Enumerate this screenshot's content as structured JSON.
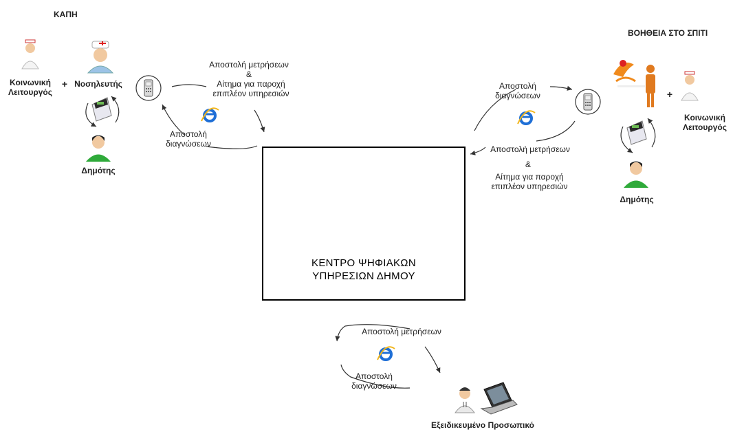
{
  "left_group": {
    "title": "ΚΑΠΗ",
    "social_worker": [
      "Κοινωνική",
      "Λειτουργός"
    ],
    "plus": "+",
    "nurse": "Νοσηλευτής",
    "citizen": "Δημότης",
    "send_measurements": "Αποστολή μετρήσεων",
    "amp": "&",
    "request_lines": [
      "Αίτημα για παροχή",
      "επιπλέον υπηρεσιών"
    ],
    "send_diagnoses": [
      "Αποστολή",
      "διαγνώσεων"
    ]
  },
  "right_group": {
    "title": "ΒΟΗΘΕΙΑ ΣΤΟ ΣΠΙΤΙ",
    "social_worker": [
      "Κοινωνική",
      "Λειτουργός"
    ],
    "plus": "+",
    "citizen": "Δημότης",
    "send_diagnoses": [
      "Αποστολή",
      "διαγνώσεων"
    ],
    "send_measurements": "Αποστολή μετρήσεων",
    "amp": "&",
    "request_lines": [
      "Αίτημα για παροχή",
      "επιπλέον υπηρεσιών"
    ]
  },
  "center": {
    "title_lines": [
      "ΚΕΝΤΡΟ  ΨΗΦΙΑΚΩΝ",
      "ΥΠΗΡΕΣΙΩΝ ΔΗΜΟΥ"
    ]
  },
  "bottom_group": {
    "send_measurements": "Αποστολή μετρήσεων",
    "send_diagnoses": [
      "Αποστολή",
      "διαγνώσεων"
    ],
    "staff": "Εξειδικευμένο Προσωπικό"
  },
  "colors": {
    "ie_blue": "#1f6fd6",
    "ie_ring": "#f2b61c",
    "citizen_green": "#2faa3a",
    "nurse_skin": "#f1c9a0"
  }
}
